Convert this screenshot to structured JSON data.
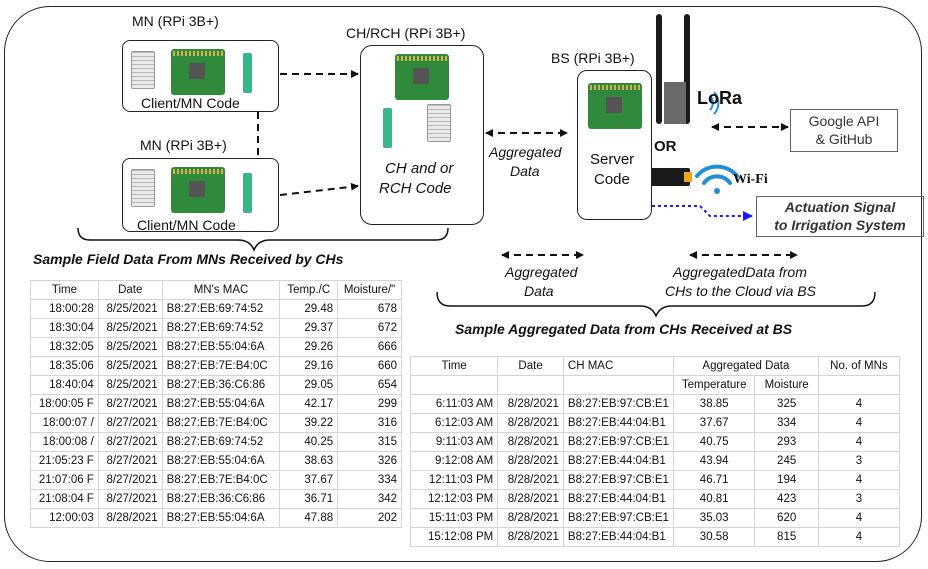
{
  "nodes": {
    "mn_top_label": "MN (RPi 3B+)",
    "mn_top_code": "Client/MN Code",
    "mn_bottom_label": "MN (RPi 3B+)",
    "mn_bottom_code": "Client/MN Code",
    "ch_label": "CH/RCH (RPi 3B+)",
    "ch_code_line1": "CH and or",
    "ch_code_line2": "RCH Code",
    "bs_label": "BS (RPi 3B+)",
    "bs_code_line1": "Server",
    "bs_code_line2": "Code"
  },
  "radio": {
    "lora": "LoRa",
    "or": "OR",
    "wifi": "Wi-Fi"
  },
  "cloud": {
    "line1": "Google API",
    "line2": "& GitHub"
  },
  "actuation": {
    "line1": "Actuation Signal",
    "line2": "to Irrigation System"
  },
  "links": {
    "ch_bs_line1": "Aggregated",
    "ch_bs_line2": "Data",
    "legend_agg_line1": "Aggregated",
    "legend_agg_line2": "Data",
    "legend_cloud_line1": "AggregatedData from",
    "legend_cloud_line2": "CHs to the Cloud via BS"
  },
  "field_table": {
    "title": "Sample Field Data From MNs Received by CHs",
    "headers": [
      "Time",
      "Date",
      "MN's MAC",
      "Temp./C",
      "Moisture/\""
    ],
    "rows": [
      [
        "18:00:28",
        "8/25/2021",
        "B8:27:EB:69:74:52",
        "29.48",
        "678"
      ],
      [
        "18:30:04",
        "8/25/2021",
        "B8:27:EB:69:74:52",
        "29.37",
        "672"
      ],
      [
        "18:32:05",
        "8/25/2021",
        "B8:27:EB:55:04:6A",
        "29.26",
        "666"
      ],
      [
        "18:35:06",
        "8/25/2021",
        "B8:27:EB:7E:B4:0C",
        "29.16",
        "660"
      ],
      [
        "18:40:04",
        "8/25/2021",
        "B8:27:EB:36:C6:86",
        "29.05",
        "654"
      ],
      [
        "18:00:05 F",
        "8/27/2021",
        "B8:27:EB:55:04:6A",
        "42.17",
        "299"
      ],
      [
        "18:00:07 /",
        "8/27/2021",
        "B8:27:EB:7E:B4:0C",
        "39.22",
        "316"
      ],
      [
        "18:00:08 /",
        "8/27/2021",
        "B8:27:EB:69:74:52",
        "40.25",
        "315"
      ],
      [
        "21:05:23 F",
        "8/27/2021",
        "B8:27:EB:55:04:6A",
        "38.63",
        "326"
      ],
      [
        "21:07:06 F",
        "8/27/2021",
        "B8:27:EB:7E:B4:0C",
        "37.67",
        "334"
      ],
      [
        "21:08:04 F",
        "8/27/2021",
        "B8:27:EB:36:C6:86",
        "36.71",
        "342"
      ],
      [
        "12:00:03",
        "8/28/2021",
        "B8:27:EB:55:04:6A",
        "47.88",
        "202"
      ]
    ]
  },
  "bs_table": {
    "title": "Sample Aggregated Data from CHs Received at BS",
    "headers": [
      "Time",
      "Date",
      "CH MAC",
      "Aggregated Data",
      "No. of MNs"
    ],
    "subheaders": [
      "Temperature",
      "Moisture"
    ],
    "rows": [
      [
        "6:11:03 AM",
        "8/28/2021",
        "B8:27:EB:97:CB:E1",
        "38.85",
        "325",
        "4"
      ],
      [
        "6:12:03 AM",
        "8/28/2021",
        "B8:27:EB:44:04:B1",
        "37.67",
        "334",
        "4"
      ],
      [
        "9:11:03 AM",
        "8/28/2021",
        "B8:27:EB:97:CB:E1",
        "40.75",
        "293",
        "4"
      ],
      [
        "9:12:08 AM",
        "8/28/2021",
        "B8:27:EB:44:04:B1",
        "43.94",
        "245",
        "3"
      ],
      [
        "12:11:03 PM",
        "8/28/2021",
        "B8:27:EB:97:CB:E1",
        "46.71",
        "194",
        "4"
      ],
      [
        "12:12:03 PM",
        "8/28/2021",
        "B8:27:EB:44:04:B1",
        "40.81",
        "423",
        "3"
      ],
      [
        "15:11:03 PM",
        "8/28/2021",
        "B8:27:EB:97:CB:E1",
        "35.03",
        "620",
        "4"
      ],
      [
        "15:12:08 PM",
        "8/28/2021",
        "B8:27:EB:44:04:B1",
        "30.58",
        "815",
        "4"
      ]
    ]
  },
  "colors": {
    "actuation_arrow": "#1a1aff",
    "board_green": "#2f8a3b",
    "probe_green": "#39b58a",
    "wifi_blue": "#1f8fd6"
  },
  "icons": [
    "raspberry-pi-board-icon",
    "dht-sensor-icon",
    "moisture-probe-icon",
    "antenna-icon",
    "wifi-icon",
    "wifi-dongle-icon"
  ]
}
